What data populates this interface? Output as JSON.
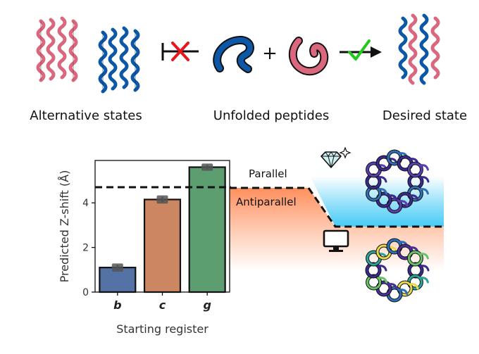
{
  "top_panel": {
    "labels": {
      "alternative": "Alternative states",
      "unfolded": "Unfolded peptides",
      "desired": "Desired state"
    },
    "plus_sign": "+",
    "colors": {
      "pink_helix": "#d9687e",
      "blue_helix": "#0d58a6",
      "cross": "#e8141b",
      "check": "#22c81d"
    },
    "icons": [
      "pink-helix-bundle-icon",
      "blue-helix-bundle-icon",
      "blocked-arrow-icon",
      "blue-peptide-icon",
      "pink-peptide-icon",
      "allowed-arrow-icon",
      "mixed-helix-bundle-icon"
    ]
  },
  "energy_panel": {
    "parallel_label": "Parallel",
    "antiparallel_label": "Antiparallel",
    "colors": {
      "parallel": "#3cc8f4",
      "antiparallel": "#ff8a55"
    },
    "icons": [
      "diamond-sparkle-icon",
      "computer-monitor-icon",
      "hexamer-bundle-top-icon",
      "hexamer-bundle-bottom-icon"
    ]
  },
  "chart_data": {
    "type": "bar",
    "categories": [
      "b",
      "c",
      "g"
    ],
    "values": [
      1.1,
      4.15,
      5.6
    ],
    "errors": [
      0.12,
      0.12,
      0.1
    ],
    "colors": [
      "#5572a6",
      "#cc8762",
      "#5c9e70"
    ],
    "reference_line": 4.7,
    "xlabel": "Starting register",
    "ylabel": "Predicted Z-shift (Å)",
    "ylim": [
      0,
      5.9
    ],
    "yticks": [
      0,
      2,
      4
    ],
    "grid": false
  }
}
